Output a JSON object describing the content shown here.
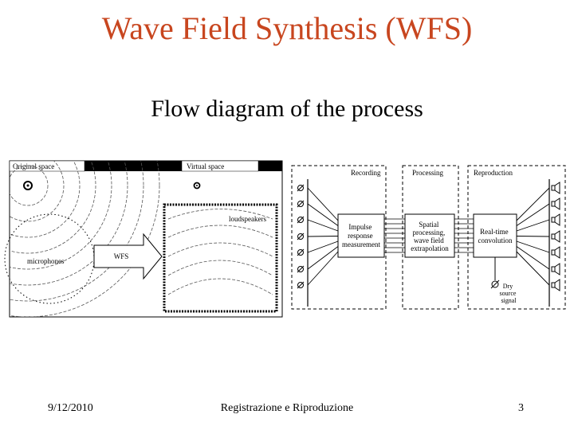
{
  "slide": {
    "title": "Wave Field Synthesis (WFS)",
    "subtitle": "Flow diagram of the process"
  },
  "left_diagram": {
    "original_space": "Original space",
    "virtual_space": "Virtual space",
    "loudspeakers": "loudspeakers",
    "microphones": "microphones",
    "wfs": "WFS"
  },
  "right_diagram": {
    "recording": "Recording",
    "processing": "Processing",
    "reproduction": "Reproduction",
    "impulse_lines": [
      "Impulse",
      "response",
      "measurement"
    ],
    "spatial_lines": [
      "Spatial",
      "processing,",
      "wave field",
      "extrapolation"
    ],
    "realtime_lines": [
      "Real-time",
      "convolution"
    ],
    "dry_lines": [
      "Dry",
      "source",
      "signal"
    ]
  },
  "footer": {
    "date": "9/12/2010",
    "center": "Registrazione e Riproduzione",
    "page": "3"
  }
}
